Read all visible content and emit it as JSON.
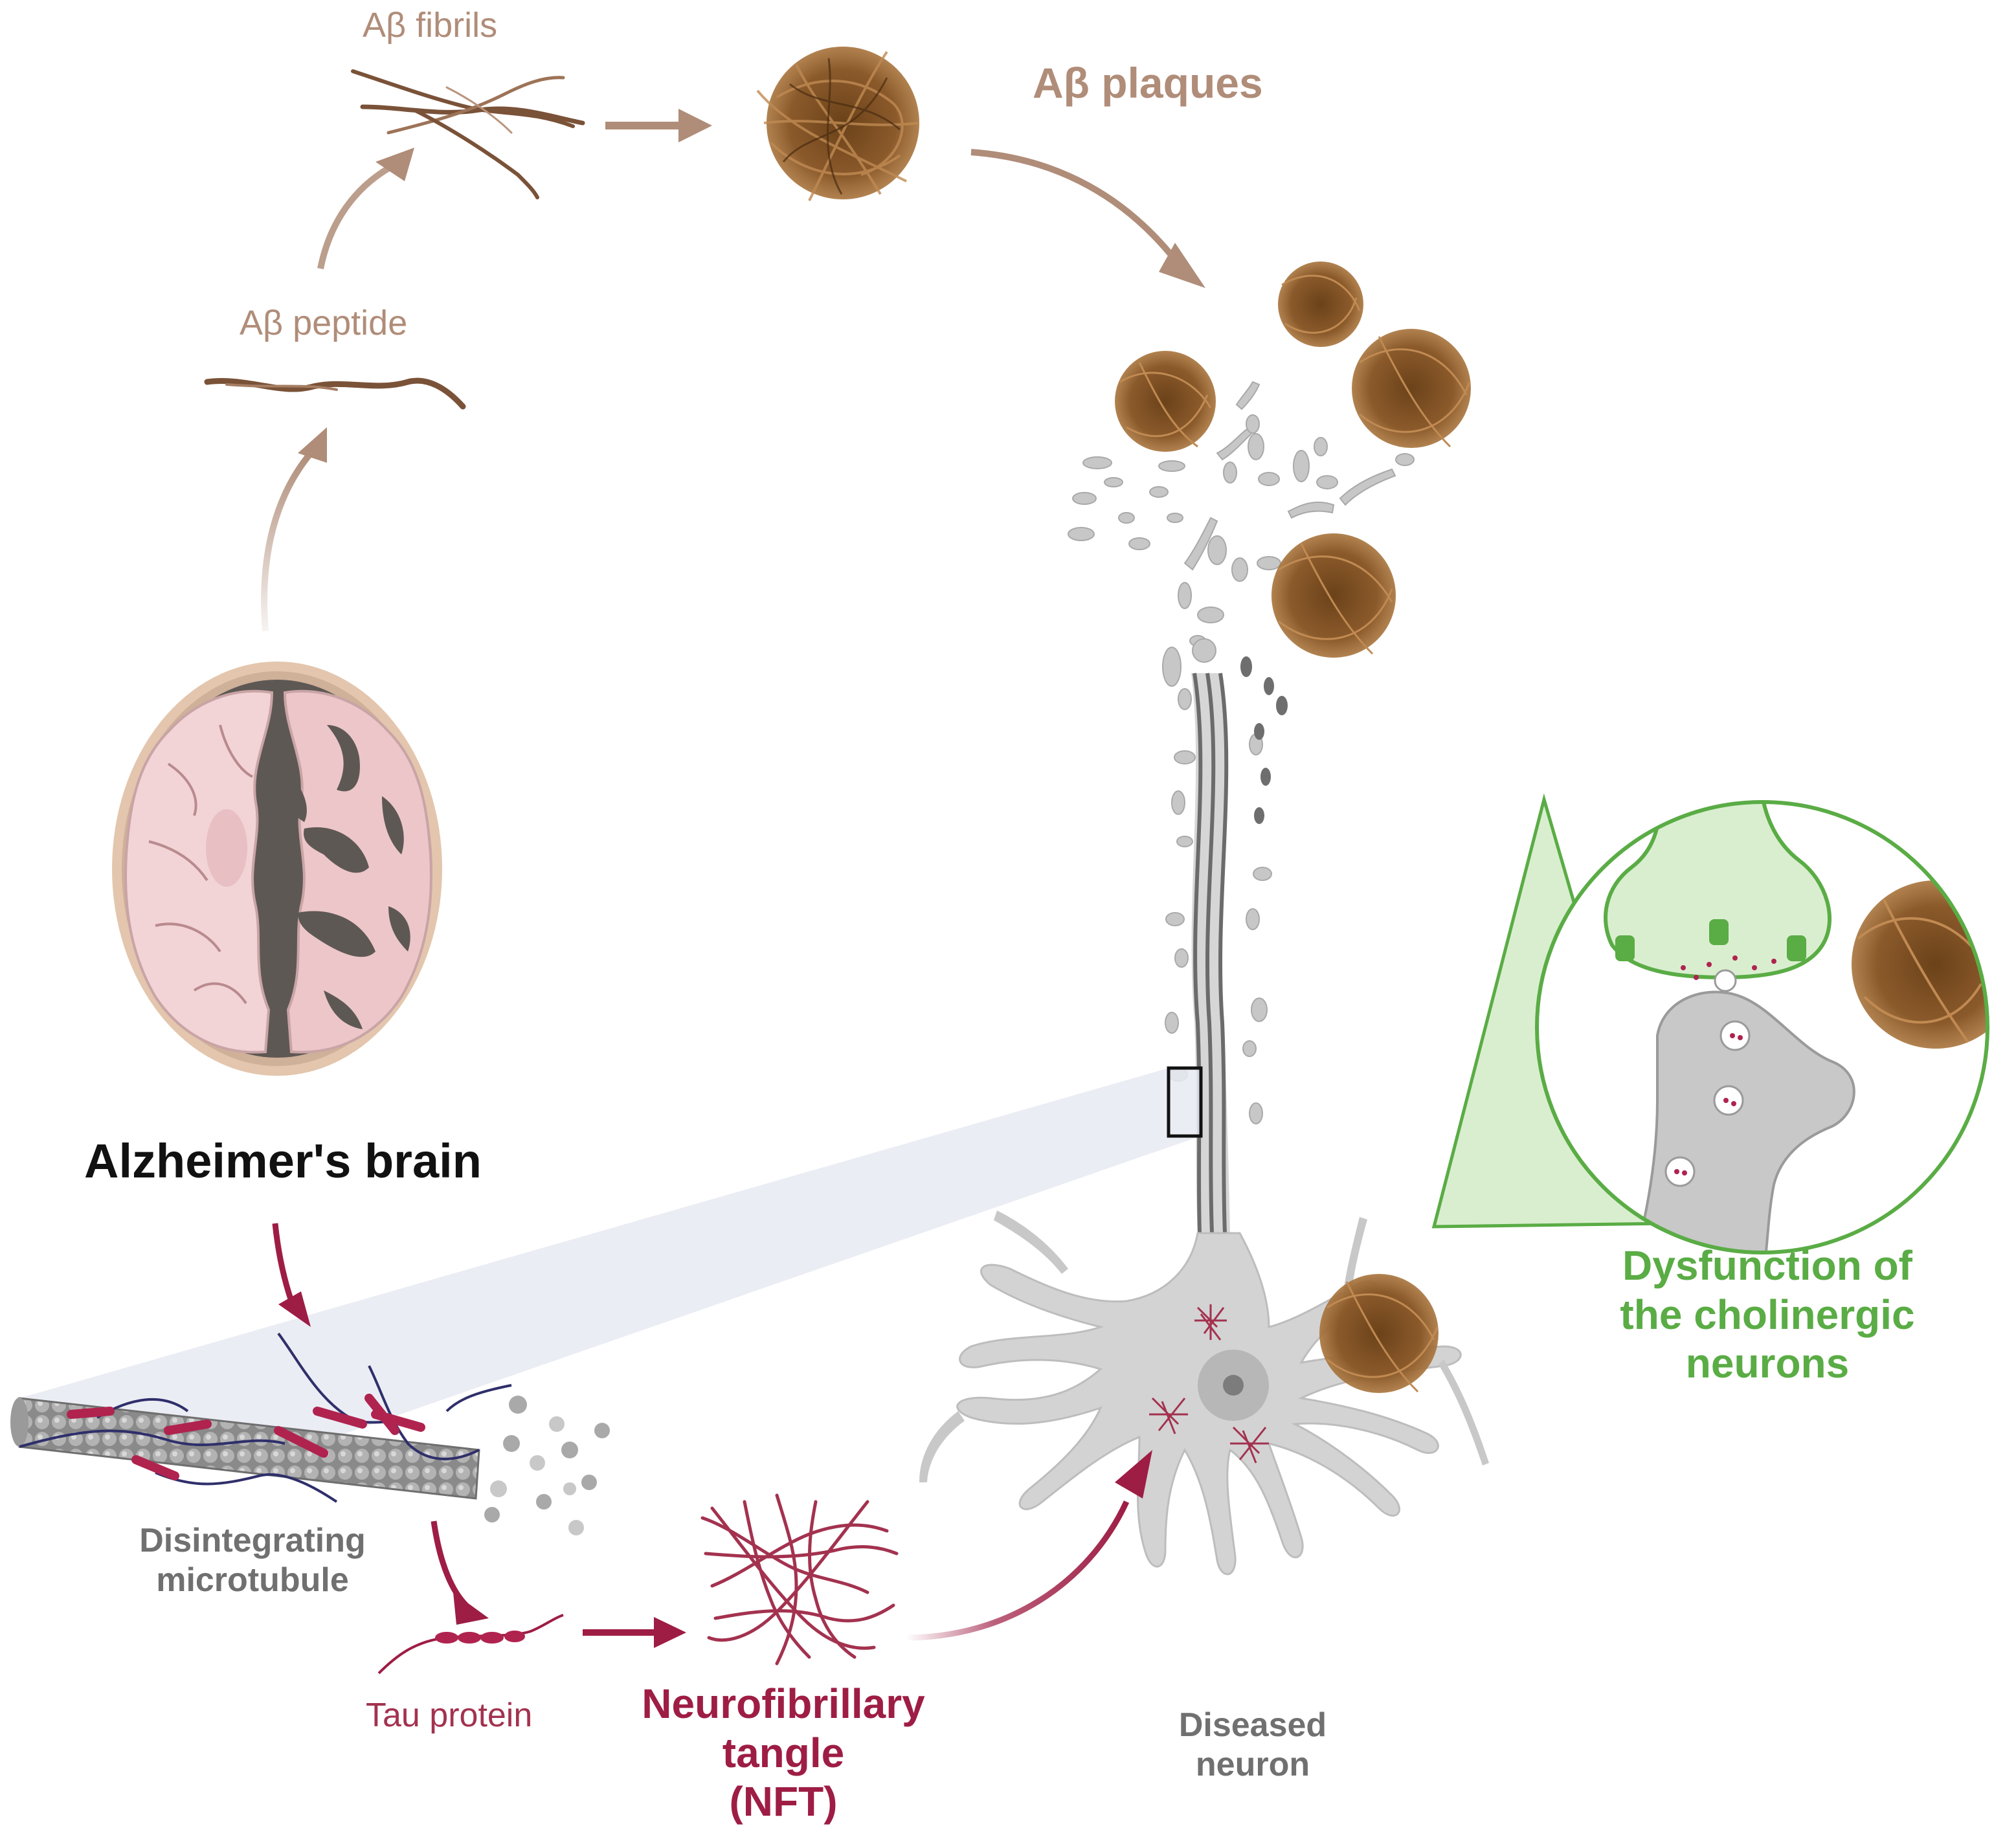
{
  "labels": {
    "ab_fibrils": "Aβ fibrils",
    "ab_plaques": "Aβ plaques",
    "ab_peptide": "Aβ peptide",
    "alzheimers_brain": "Alzheimer's brain",
    "disintegrating_microtubule": [
      "Disintegrating",
      "microtubule"
    ],
    "tau_protein": "Tau protein",
    "nft": [
      "Neurofibrillary",
      "tangle",
      "(NFT)"
    ],
    "diseased_neuron": [
      "Diseased",
      "neuron"
    ],
    "cholinergic": [
      "Dysfunction of",
      "the cholinergic",
      "neurons"
    ]
  },
  "colors": {
    "amyloid": "#b08d79",
    "plaque": "#8b5a2b",
    "tau": "#9e1d44",
    "cholinergic": "#5aac45",
    "neuron": "#cfcfcf",
    "text": "#111111",
    "muted": "#707070"
  }
}
